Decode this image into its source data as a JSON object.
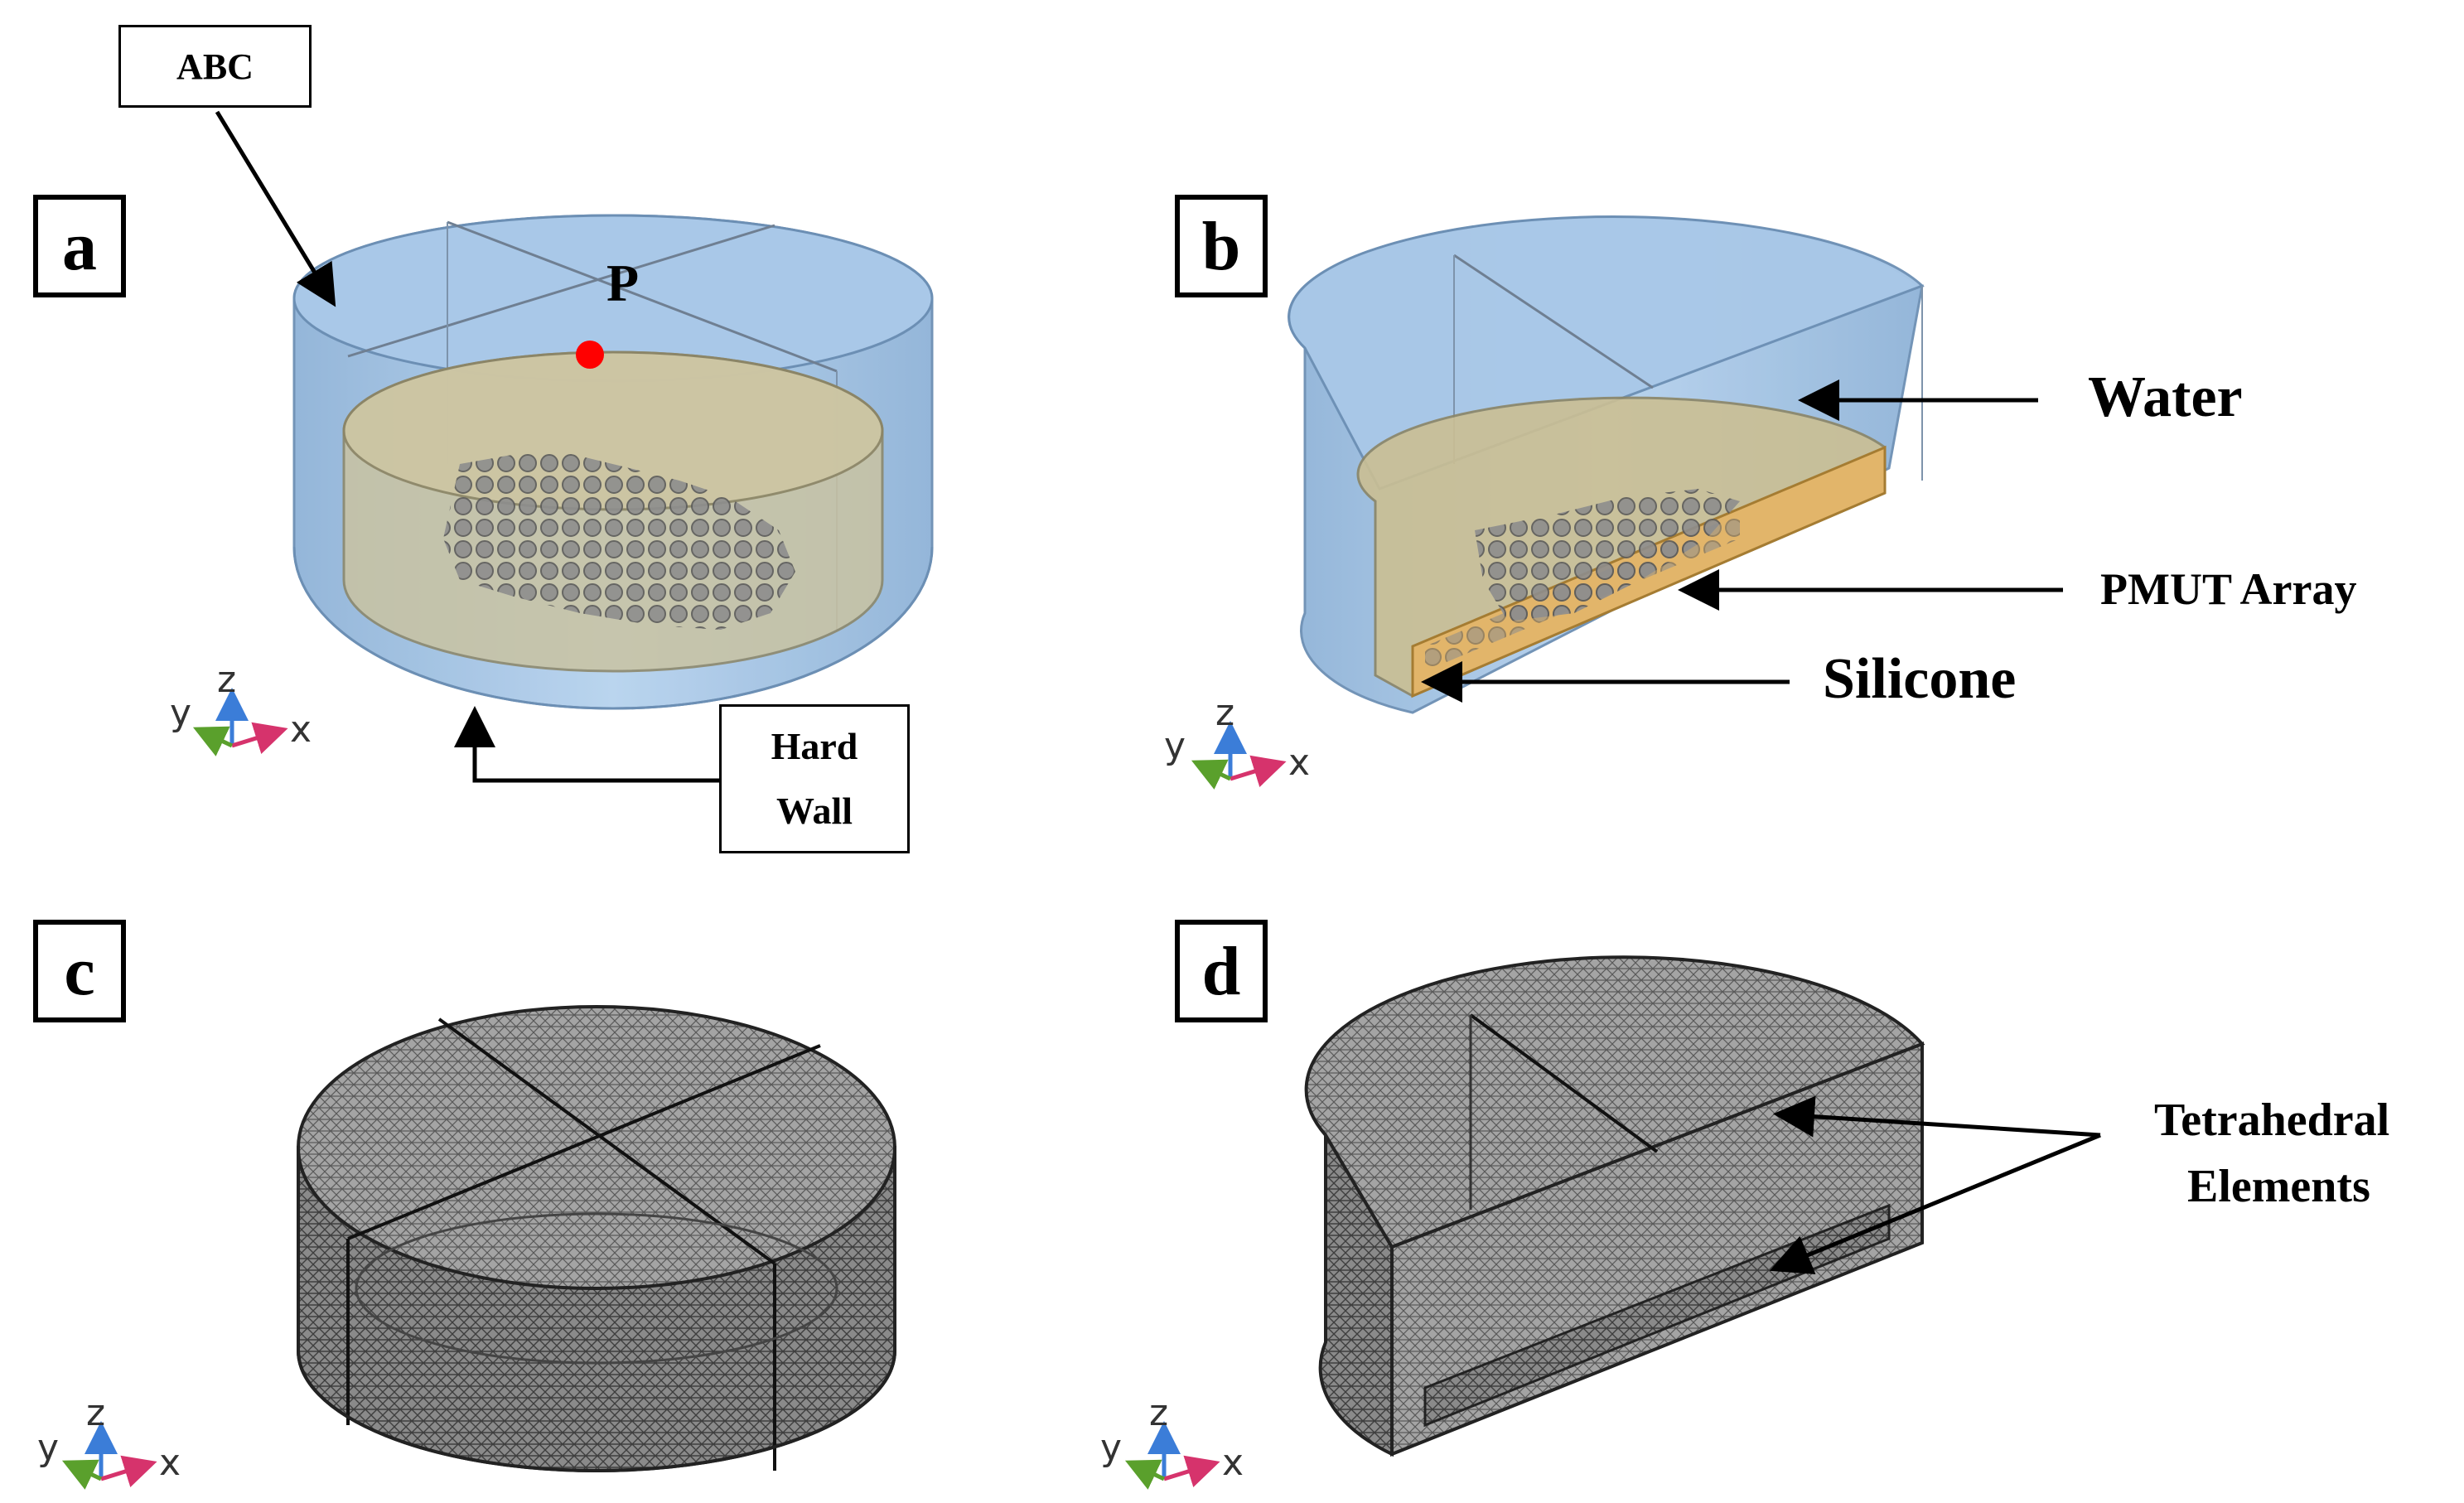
{
  "panels": [
    {
      "id": "a",
      "label": "a"
    },
    {
      "id": "b",
      "label": "b"
    },
    {
      "id": "c",
      "label": "c"
    },
    {
      "id": "d",
      "label": "d"
    }
  ],
  "annotations": {
    "abc": "ABC",
    "point": "P",
    "hard_wall_line1": "Hard",
    "hard_wall_line2": "Wall",
    "water": "Water",
    "pmut_array": "PMUT Array",
    "silicone": "Silicone",
    "tetra_line1": "Tetrahedral",
    "tetra_line2": "Elements"
  },
  "axes": {
    "x": "x",
    "y": "y",
    "z": "z"
  },
  "colors": {
    "water": "#9ec3e6",
    "silicone": "#e2b56a",
    "mesh": "#6f6f6f",
    "point": "#ff0000",
    "axis_x": "#d6336c",
    "axis_y": "#5aa02c",
    "axis_z": "#3b7dd8"
  }
}
